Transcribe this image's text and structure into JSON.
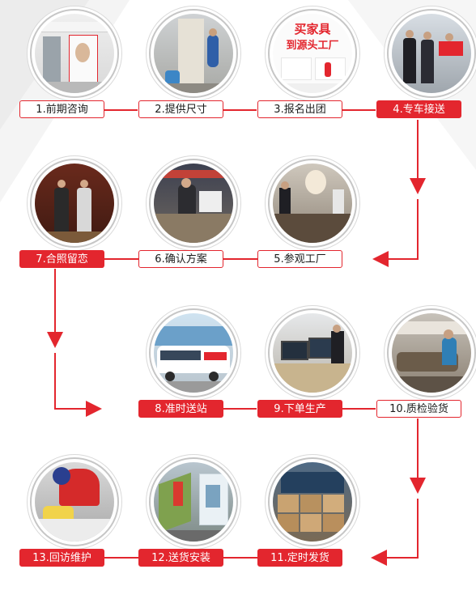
{
  "steps": [
    {
      "id": 1,
      "label": "1.前期咨询",
      "active": false
    },
    {
      "id": 2,
      "label": "2.提供尺寸",
      "active": false
    },
    {
      "id": 3,
      "label": "3.报名出团",
      "active": false
    },
    {
      "id": 4,
      "label": "4.专车接送",
      "active": true
    },
    {
      "id": 5,
      "label": "5.参观工厂",
      "active": false
    },
    {
      "id": 6,
      "label": "6.确认方案",
      "active": false
    },
    {
      "id": 7,
      "label": "7.合照留恋",
      "active": true
    },
    {
      "id": 8,
      "label": "8.准时送站",
      "active": true
    },
    {
      "id": 9,
      "label": "9.下单生产",
      "active": true
    },
    {
      "id": 10,
      "label": "10.质检验货",
      "active": false
    },
    {
      "id": 11,
      "label": "11.定时发货",
      "active": true
    },
    {
      "id": 12,
      "label": "12.送货安装",
      "active": true
    },
    {
      "id": 13,
      "label": "13.回访维护",
      "active": true
    }
  ],
  "poster": {
    "line1": "买家具",
    "line2": "到源头工厂"
  },
  "colors": {
    "accent": "#e3262e",
    "border_gray": "#c6c6c6",
    "background": "#ffffff"
  }
}
